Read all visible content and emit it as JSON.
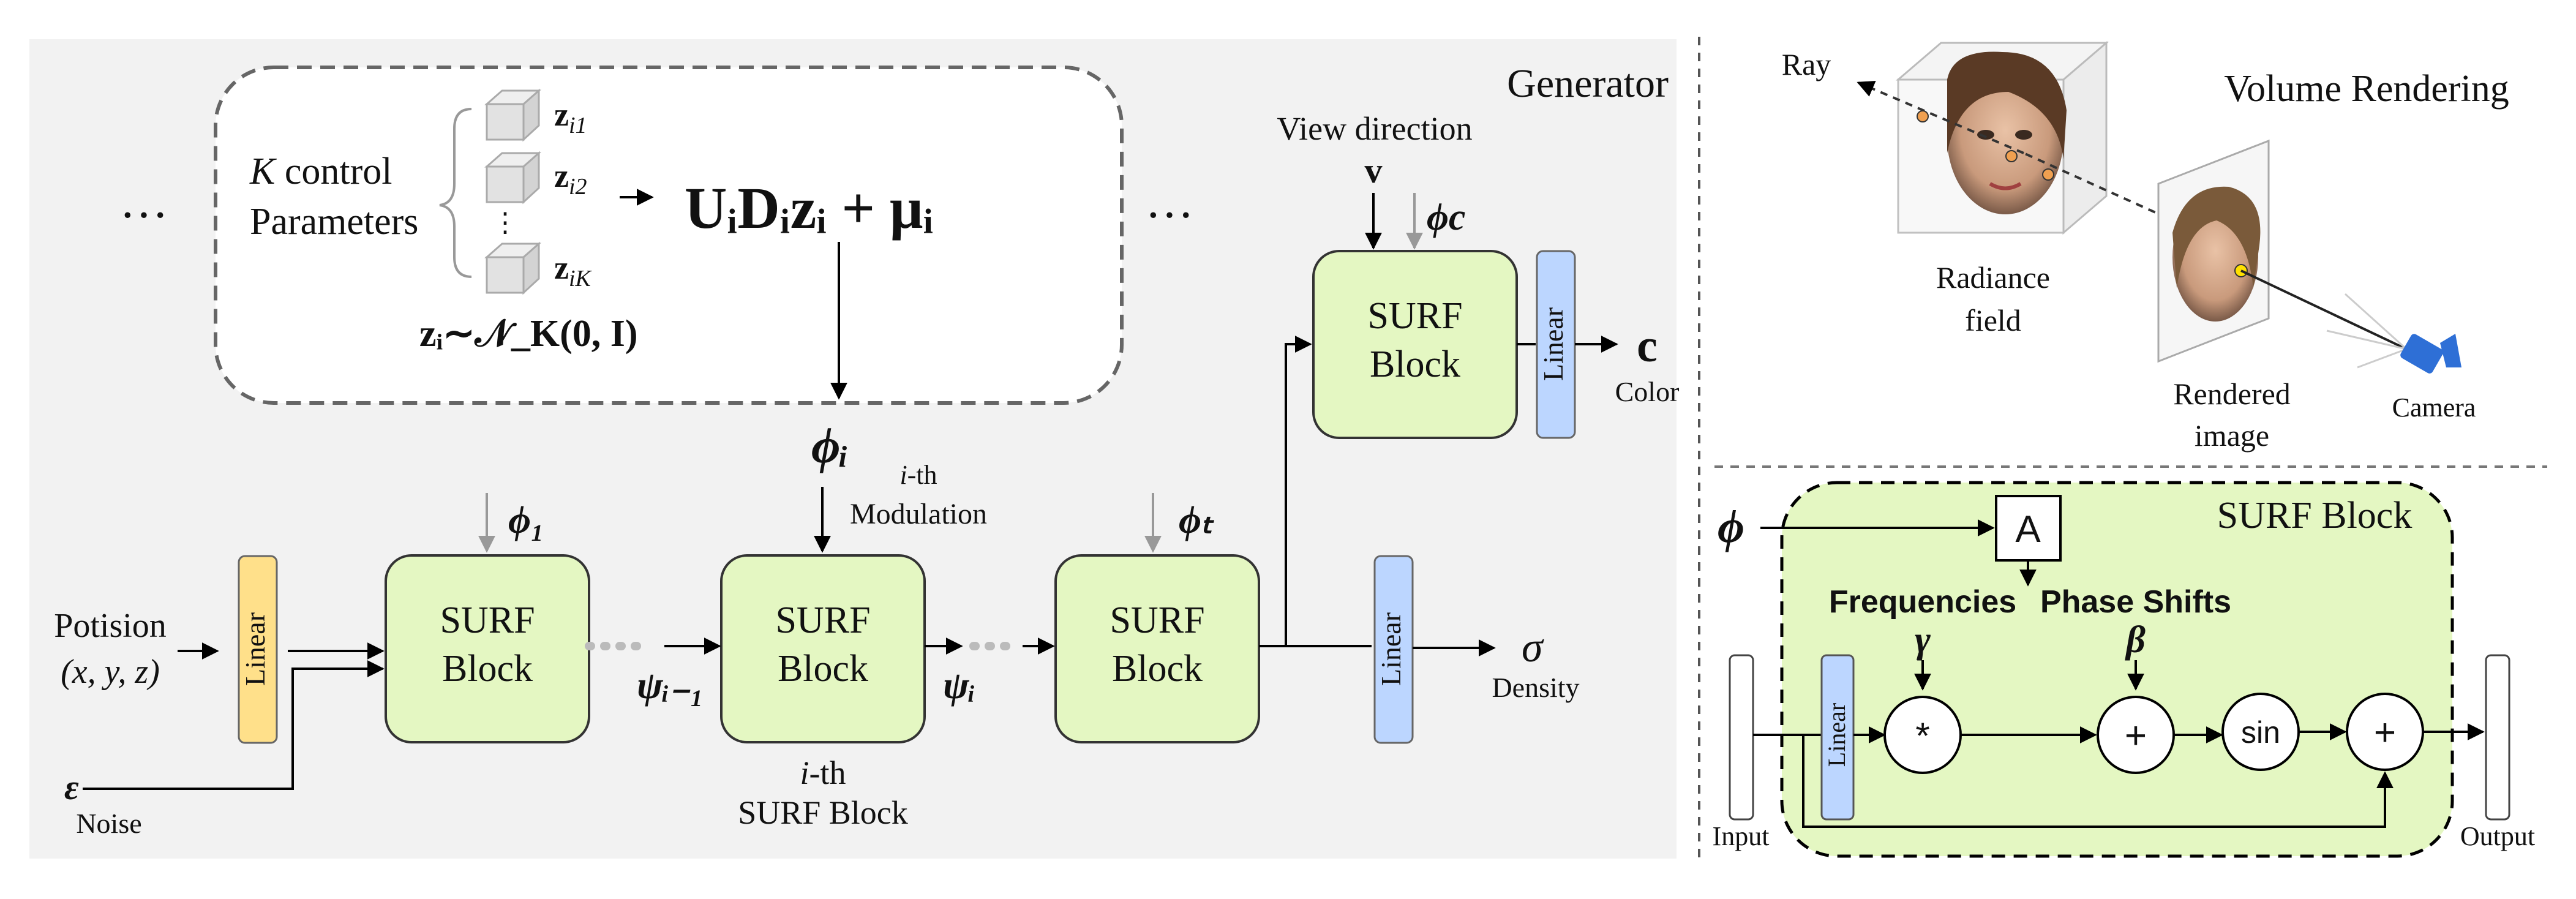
{
  "generator": {
    "title": "Generator",
    "k_control_parameters": [
      "K control",
      "Parameters"
    ],
    "z_vectors": [
      "z",
      "z",
      "z"
    ],
    "z_subscripts": [
      "i1",
      "i2",
      "iK"
    ],
    "z_vertical_dots": "⋮",
    "formula": "UᵢDᵢzᵢ + μᵢ",
    "distribution": "zᵢ∼𝒩_K(0, I)",
    "side_dots": "···",
    "phi_i": "ϕᵢ",
    "ith_modulation": [
      "i-th",
      "Modulation"
    ],
    "phi_1": "ϕ₁",
    "phi_t": "ϕₜ",
    "phi_c": "ϕc",
    "view_direction": "View direction",
    "v_label": "v",
    "position_label": "Potision",
    "position_coords": "(x, y, z)",
    "noise_symbol": "ε",
    "noise_label": "Noise",
    "linear_label": "Linear",
    "surf_block_lines": [
      "SURF",
      "Block"
    ],
    "psi_prev": "ψᵢ₋₁",
    "psi_i": "ψᵢ",
    "ith_surf_block": [
      "i-th",
      "SURF Block"
    ],
    "color_symbol": "c",
    "color_label": "Color",
    "density_symbol": "σ",
    "density_label": "Density"
  },
  "volume_rendering": {
    "title": "Volume Rendering",
    "ray": "Ray",
    "radiance_field": [
      "Radiance",
      "field"
    ],
    "rendered_image": [
      "Rendered",
      "image"
    ],
    "camera": "Camera"
  },
  "surf_block_detail": {
    "title": "SURF Block",
    "phi": "ϕ",
    "a_label": "A",
    "frequencies": "Frequencies",
    "gamma": "γ",
    "phase_shifts": "Phase Shifts",
    "beta": "β",
    "linear": "Linear",
    "multiply": "*",
    "plus": "+",
    "sin": "sin",
    "input": "Input",
    "output": "Output"
  },
  "colors": {
    "panel_background": "#f2f2f2",
    "surf_green": "#e4f7c2",
    "linear_blue": "#bcd6ff",
    "linear_yellow": "#ffe08a",
    "camera_blue": "#2e6fd6"
  }
}
